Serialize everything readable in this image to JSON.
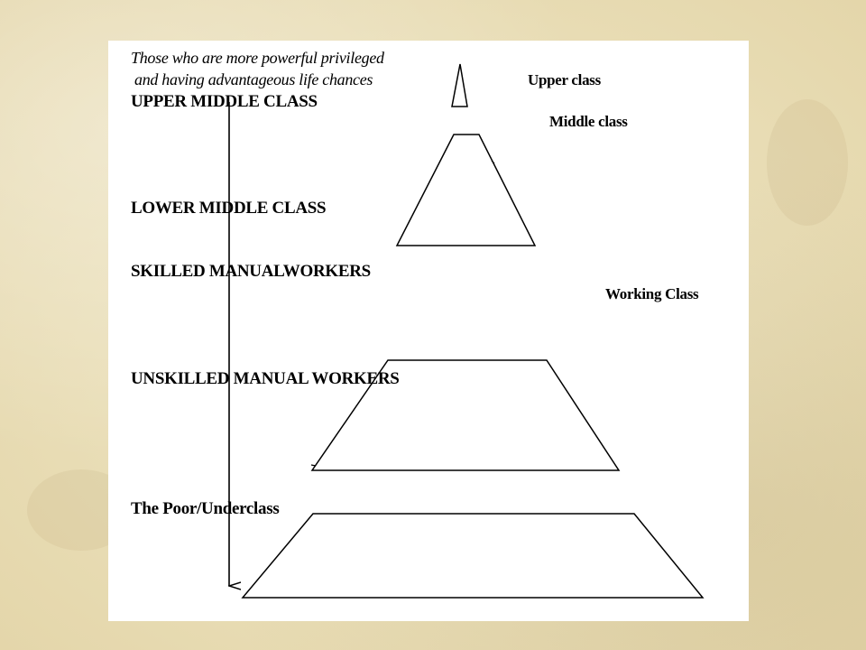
{
  "diagram": {
    "intro_line_1": "Those who are more powerful privileged",
    "intro_line_2": "and having advantageous life chances",
    "left_labels": [
      "UPPER MIDDLE CLASS",
      "LOWER MIDDLE CLASS",
      "SKILLED MANUALWORKERS",
      "UNSKILLED MANUAL WORKERS",
      "The Poor/Underclass"
    ],
    "right_labels": [
      "Upper class",
      "Middle class",
      "Working Class"
    ],
    "colors": {
      "background": "#efe6c4",
      "panel": "#ffffff",
      "stroke": "#000000"
    }
  }
}
